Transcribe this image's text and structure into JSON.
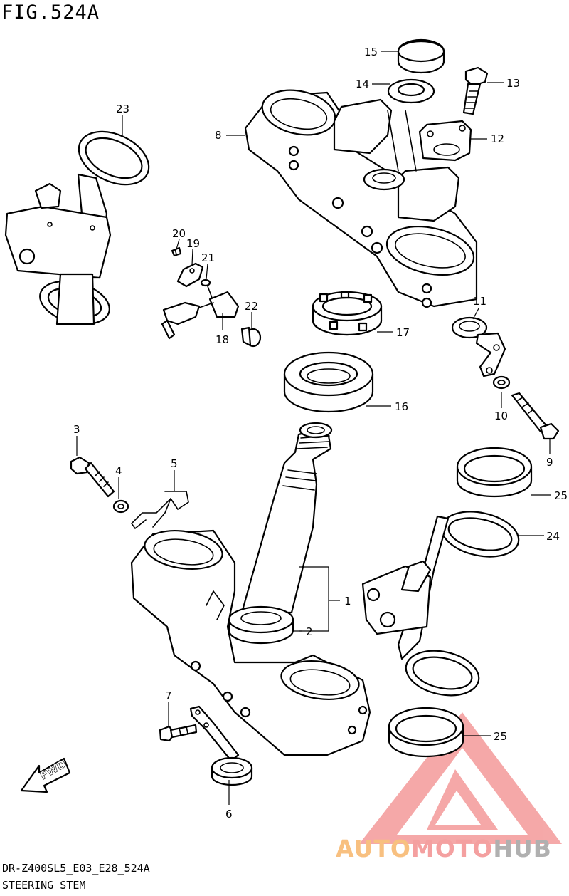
{
  "figure": {
    "title": "FIG.524A",
    "model_code": "DR-Z400SL5_E03_E28_524A",
    "section_title": "STEERING STEM"
  },
  "callouts": {
    "p1": "1",
    "p2": "2",
    "p3": "3",
    "p4": "4",
    "p5": "5",
    "p6": "6",
    "p7": "7",
    "p8": "8",
    "p9": "9",
    "p10": "10",
    "p11": "11",
    "p12": "12",
    "p13": "13",
    "p14": "14",
    "p15": "15",
    "p16": "16",
    "p17": "17",
    "p18": "18",
    "p19": "19",
    "p20": "20",
    "p21": "21",
    "p22": "22",
    "p23": "23",
    "p24": "24",
    "p25a": "25",
    "p25b": "25"
  },
  "direction_arrow": {
    "label": "FWD"
  },
  "watermark": {
    "part1": "AUTO",
    "part2": "MOTO",
    "part3": "HUB",
    "colors": {
      "auto": "#f8c080",
      "moto": "#f4a0a0",
      "hub": "#b0b0b0",
      "triangle": "#f08080"
    }
  }
}
